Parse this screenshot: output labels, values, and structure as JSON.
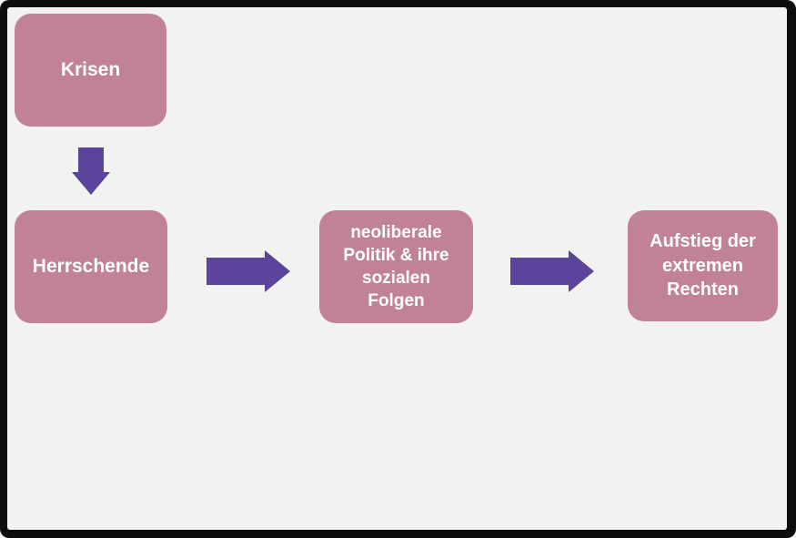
{
  "diagram": {
    "colors": {
      "background": "#f2f2f0",
      "border-color": "#0d0d0d",
      "box-color": "#c28296",
      "arrow-color": "#5b4499",
      "text-color": "#ffffff"
    },
    "nodes": [
      {
        "id": "krisen",
        "label": "Krisen"
      },
      {
        "id": "herrschende",
        "label": "Herrschende"
      },
      {
        "id": "neoliberale",
        "label": "neoliberale\nPolitik & ihre\nsozialen\nFolgen"
      },
      {
        "id": "aufstieg",
        "label": "Aufstieg der\nextremen\nRechten"
      }
    ],
    "connections": [
      {
        "from": "krisen",
        "to": "herrschende",
        "direction": "down",
        "icon": "arrow-down-icon"
      },
      {
        "from": "herrschende",
        "to": "neoliberale",
        "direction": "right",
        "icon": "arrow-right-icon"
      },
      {
        "from": "neoliberale",
        "to": "aufstieg",
        "direction": "right",
        "icon": "arrow-right-icon"
      }
    ]
  }
}
